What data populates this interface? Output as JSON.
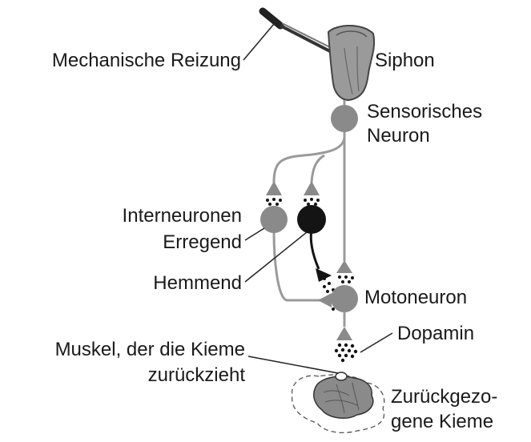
{
  "labels": {
    "stimulus": "Mechanische Reizung",
    "siphon": "Siphon",
    "sensory_line1": "Sensorisches",
    "sensory_line2": "Neuron",
    "interneurons": "Interneuronen",
    "excitatory": "Erregend",
    "inhibitory": "Hemmend",
    "motoneuron": "Motoneuron",
    "dopamine": "Dopamin",
    "muscle_line1": "Muskel, der die Kieme",
    "muscle_line2": "zurückzieht",
    "gill_line1": "Zurückgezo-",
    "gill_line2": "gene Kieme"
  },
  "colors": {
    "neuron_gray": "#8a8a8a",
    "neuron_dark": "#141414",
    "axon": "#9a9a9a",
    "line": "#222222"
  }
}
